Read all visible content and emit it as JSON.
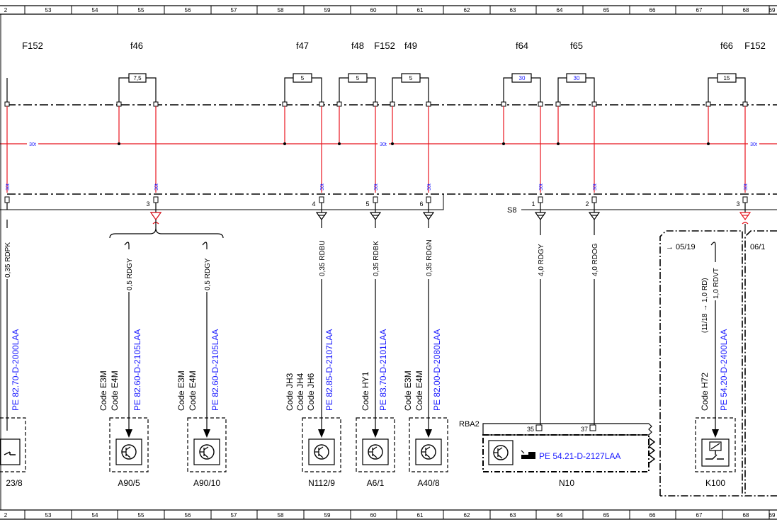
{
  "ruler": {
    "top": [
      "2",
      "53",
      "54",
      "55",
      "56",
      "57",
      "58",
      "59",
      "60",
      "61",
      "62",
      "63",
      "64",
      "65",
      "66",
      "67",
      "68",
      "69"
    ],
    "bottom": [
      "2",
      "53",
      "54",
      "55",
      "56",
      "57",
      "58",
      "59",
      "60",
      "61",
      "62",
      "63",
      "64",
      "65",
      "66",
      "67",
      "68",
      "69"
    ]
  },
  "fuses": [
    {
      "id": "F152a",
      "name": "F152",
      "value": ""
    },
    {
      "id": "f46",
      "name": "f46",
      "value": "7,5"
    },
    {
      "id": "f47",
      "name": "f47",
      "value": "5"
    },
    {
      "id": "f48",
      "name": "f48",
      "value": "5"
    },
    {
      "id": "F152b",
      "name": "F152",
      "value": ""
    },
    {
      "id": "f49",
      "name": "f49",
      "value": "5"
    },
    {
      "id": "f64",
      "name": "f64",
      "value": "30"
    },
    {
      "id": "f65",
      "name": "f65",
      "value": "30"
    },
    {
      "id": "f66",
      "name": "f66",
      "value": "15"
    },
    {
      "id": "F152c",
      "name": "F152",
      "value": ""
    }
  ],
  "bus_labels": [
    "30t",
    "30t",
    "30t"
  ],
  "terminal_label": "30t",
  "connector_pins": [
    "3",
    "4",
    "5",
    "6",
    "1",
    "2",
    "3"
  ],
  "connector_name": "S8",
  "wires": [
    {
      "label": "0,35 RDPK"
    },
    {
      "label": "0,5 RDGY"
    },
    {
      "label": "0,5 RDGY"
    },
    {
      "label": "0,35 RDBU"
    },
    {
      "label": "0,35 RDBK"
    },
    {
      "label": "0,35 RDGN"
    },
    {
      "label": "4,0 RDGY"
    },
    {
      "label": "4,0 RDOG"
    },
    {
      "label": "1,0 RDVT"
    }
  ],
  "k100_note": {
    "text": "(11/18 → 1,0 RD)"
  },
  "refs": [
    "PE 82.70-D-2000LAA",
    "PE 82.60-D-2105LAA",
    "PE 82.60-D-2105LAA",
    "PE 82.85-D-2107LAA",
    "PE 83.70-D-2101LAA",
    "PE 82.00-D-2080LAA",
    "PE 54.20-D-2400LAA",
    "PE 54.21-D-2127LAA"
  ],
  "codes": {
    "a90_5": [
      "Code E3M",
      "Code E4M"
    ],
    "a90_10": [
      "Code E3M",
      "Code E4M"
    ],
    "n112_9": [
      "Code JH3",
      "Code JH4",
      "Code JH6"
    ],
    "a6_1": [
      "Code HY1"
    ],
    "a40_8": [
      "Code E3M",
      "Code E4M"
    ],
    "k100": [
      "Code H72"
    ]
  },
  "components": [
    "23/8",
    "A90/5",
    "A90/10",
    "N112/9",
    "A6/1",
    "A40/8",
    "N10",
    "K100"
  ],
  "n10": {
    "connector": "RBA2",
    "pin_a": "35",
    "pin_b": "37"
  },
  "dates": {
    "from": "→ 05/19",
    "right": "06/1"
  },
  "colors": {
    "wire_red": "#e8141e",
    "ref_blue": "#1a1aff",
    "black": "#000000"
  }
}
